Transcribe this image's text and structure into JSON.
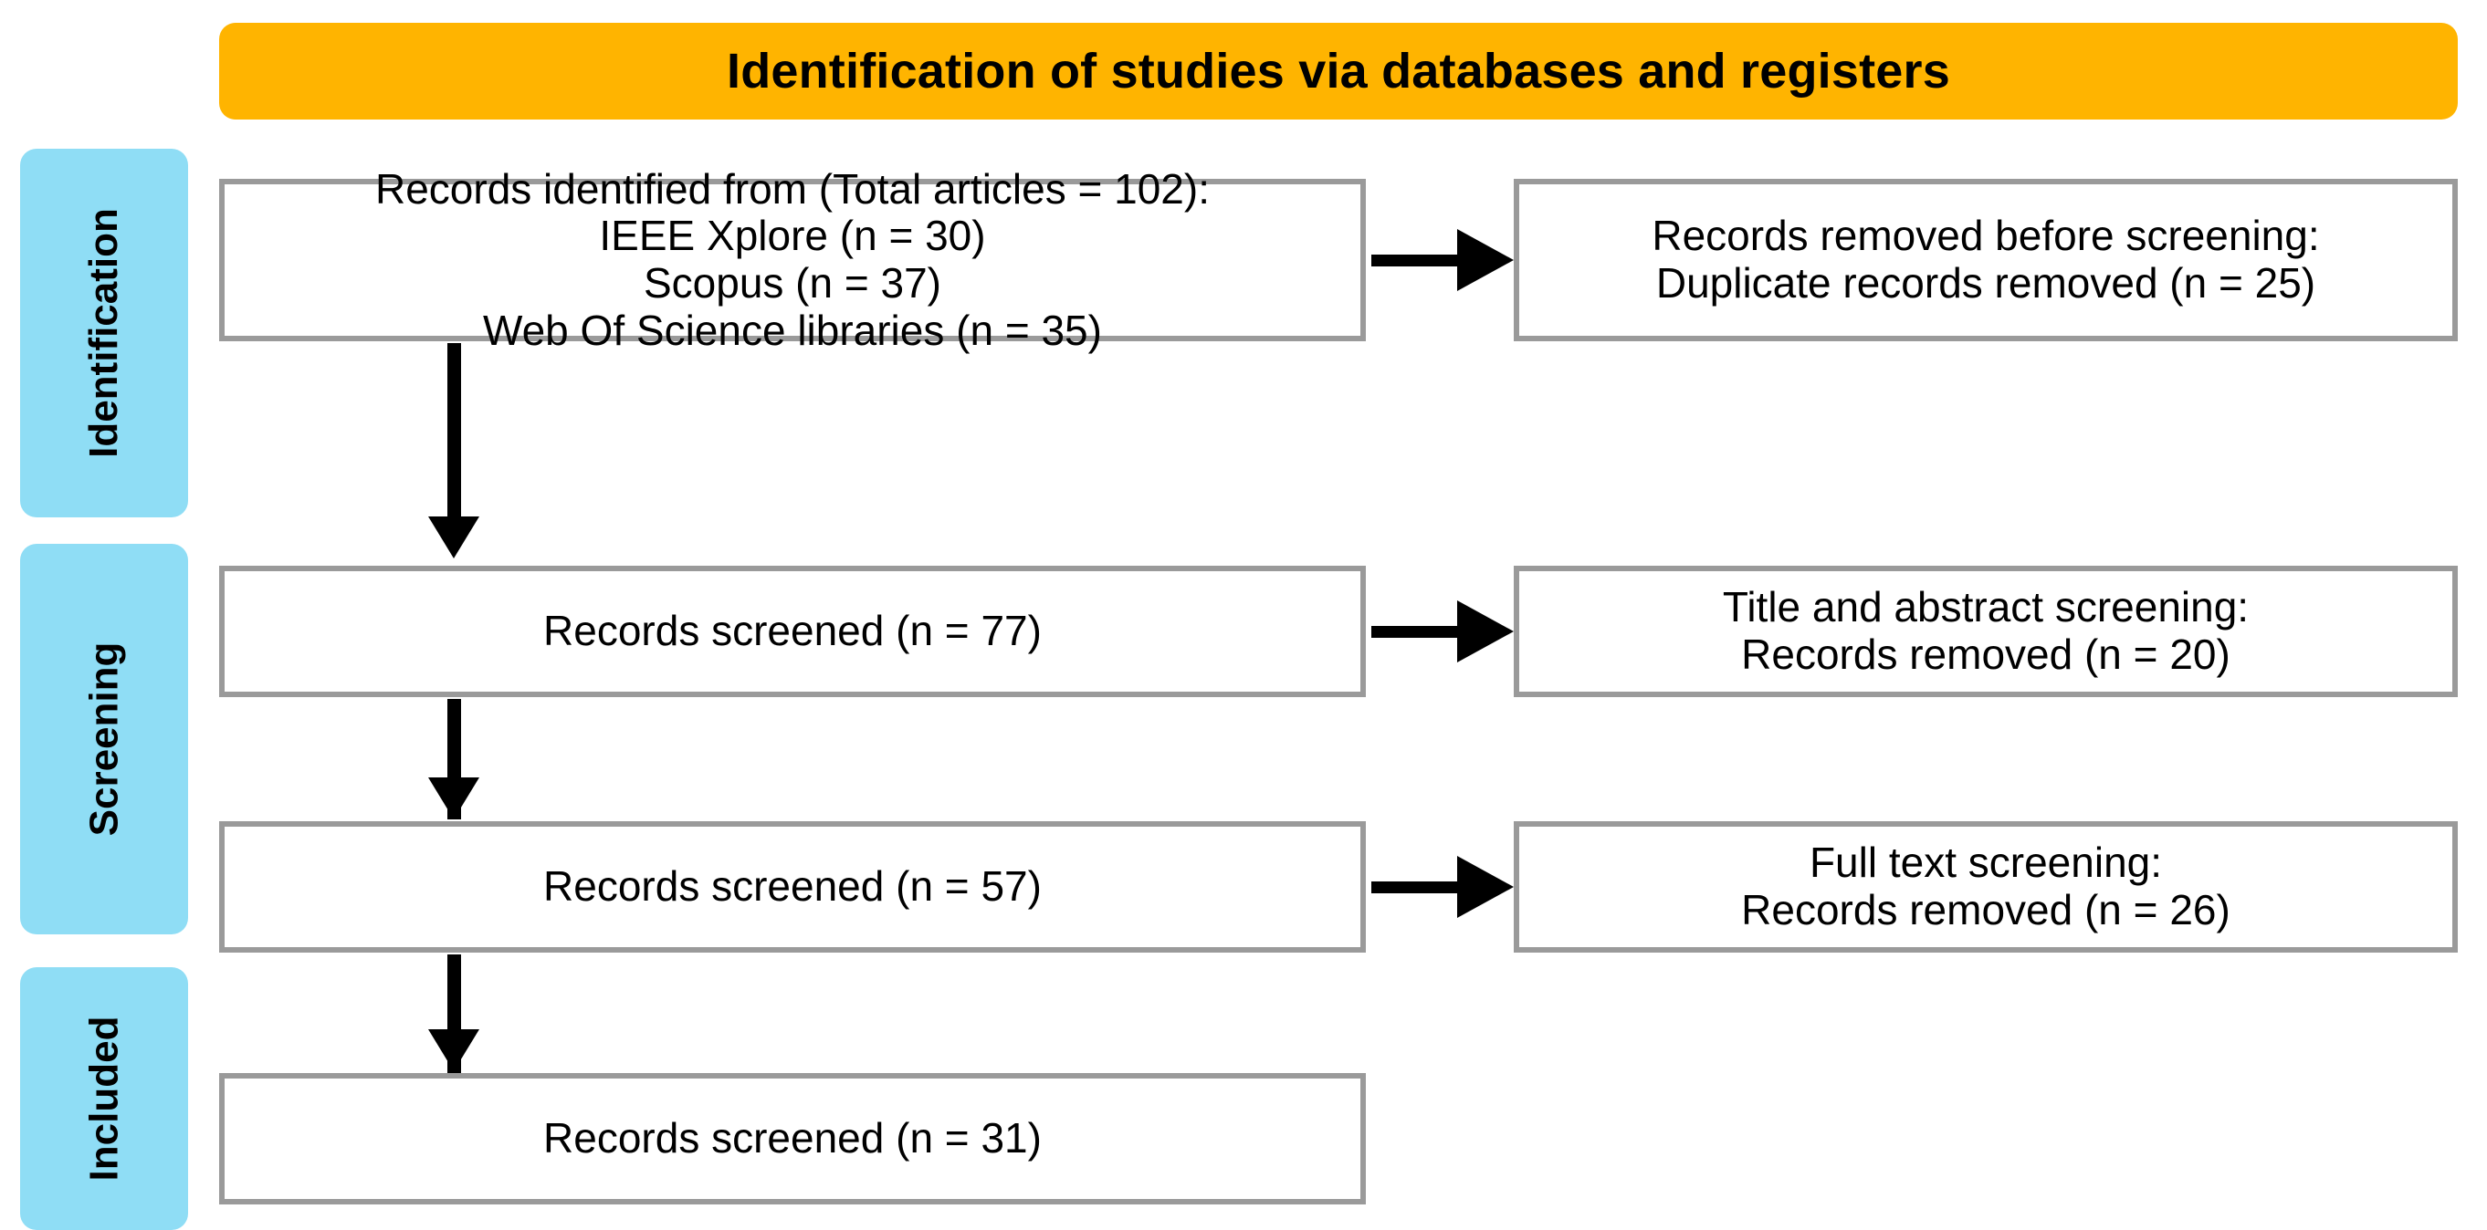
{
  "banner": {
    "title": "Identification of studies via databases and registers",
    "color": "#ffb400"
  },
  "stages": [
    {
      "id": "identification",
      "label": "Identification",
      "color": "#8fddf5"
    },
    {
      "id": "screening",
      "label": "Screening",
      "color": "#8fddf5"
    },
    {
      "id": "included",
      "label": "Included",
      "color": "#8fddf5"
    }
  ],
  "boxes": {
    "identified": {
      "text": "Records identified from (Total articles = 102):\nIEEE Xplore (n = 30)\nScopus (n = 37)\nWeb Of Science libraries (n = 35)"
    },
    "removed_before_screening": {
      "text": "Records removed before screening:\nDuplicate records removed (n = 25)"
    },
    "records_screened_77": {
      "text": "Records screened (n = 77)"
    },
    "title_abstract_screening": {
      "text": "Title and abstract screening:\nRecords removed (n = 20)"
    },
    "records_screened_57": {
      "text": "Records screened (n = 57)"
    },
    "full_text_screening": {
      "text": "Full text screening:\nRecords removed (n = 26)"
    },
    "records_screened_31": {
      "text": "Records screened (n = 31)"
    }
  },
  "chart_data": {
    "type": "diagram",
    "title": "Identification of studies via databases and registers",
    "diagram_kind": "PRISMA flow diagram",
    "stages": [
      "Identification",
      "Screening",
      "Included"
    ],
    "nodes": [
      {
        "id": "identified",
        "stage": "Identification",
        "column": "left",
        "label": "Records identified from (Total articles = 102): IEEE Xplore (n = 30); Scopus (n = 37); Web Of Science libraries (n = 35)",
        "n": 102
      },
      {
        "id": "removed_before",
        "stage": "Identification",
        "column": "right",
        "label": "Records removed before screening: Duplicate records removed (n = 25)",
        "n": 25
      },
      {
        "id": "screened_77",
        "stage": "Screening",
        "column": "left",
        "label": "Records screened (n = 77)",
        "n": 77
      },
      {
        "id": "title_abstract",
        "stage": "Screening",
        "column": "right",
        "label": "Title and abstract screening: Records removed (n = 20)",
        "n": 20
      },
      {
        "id": "screened_57",
        "stage": "Screening",
        "column": "left",
        "label": "Records screened (n = 57)",
        "n": 57
      },
      {
        "id": "full_text",
        "stage": "Screening",
        "column": "right",
        "label": "Full text screening: Records removed (n = 26)",
        "n": 26
      },
      {
        "id": "screened_31",
        "stage": "Included",
        "column": "left",
        "label": "Records screened (n = 31)",
        "n": 31
      }
    ],
    "sources": [
      {
        "name": "IEEE Xplore",
        "n": 30
      },
      {
        "name": "Scopus",
        "n": 37
      },
      {
        "name": "Web Of Science libraries",
        "n": 35
      }
    ],
    "edges": [
      {
        "from": "identified",
        "to": "removed_before",
        "direction": "right"
      },
      {
        "from": "identified",
        "to": "screened_77",
        "direction": "down"
      },
      {
        "from": "screened_77",
        "to": "title_abstract",
        "direction": "right"
      },
      {
        "from": "screened_77",
        "to": "screened_57",
        "direction": "down"
      },
      {
        "from": "screened_57",
        "to": "full_text",
        "direction": "right"
      },
      {
        "from": "screened_57",
        "to": "screened_31",
        "direction": "down"
      }
    ]
  }
}
